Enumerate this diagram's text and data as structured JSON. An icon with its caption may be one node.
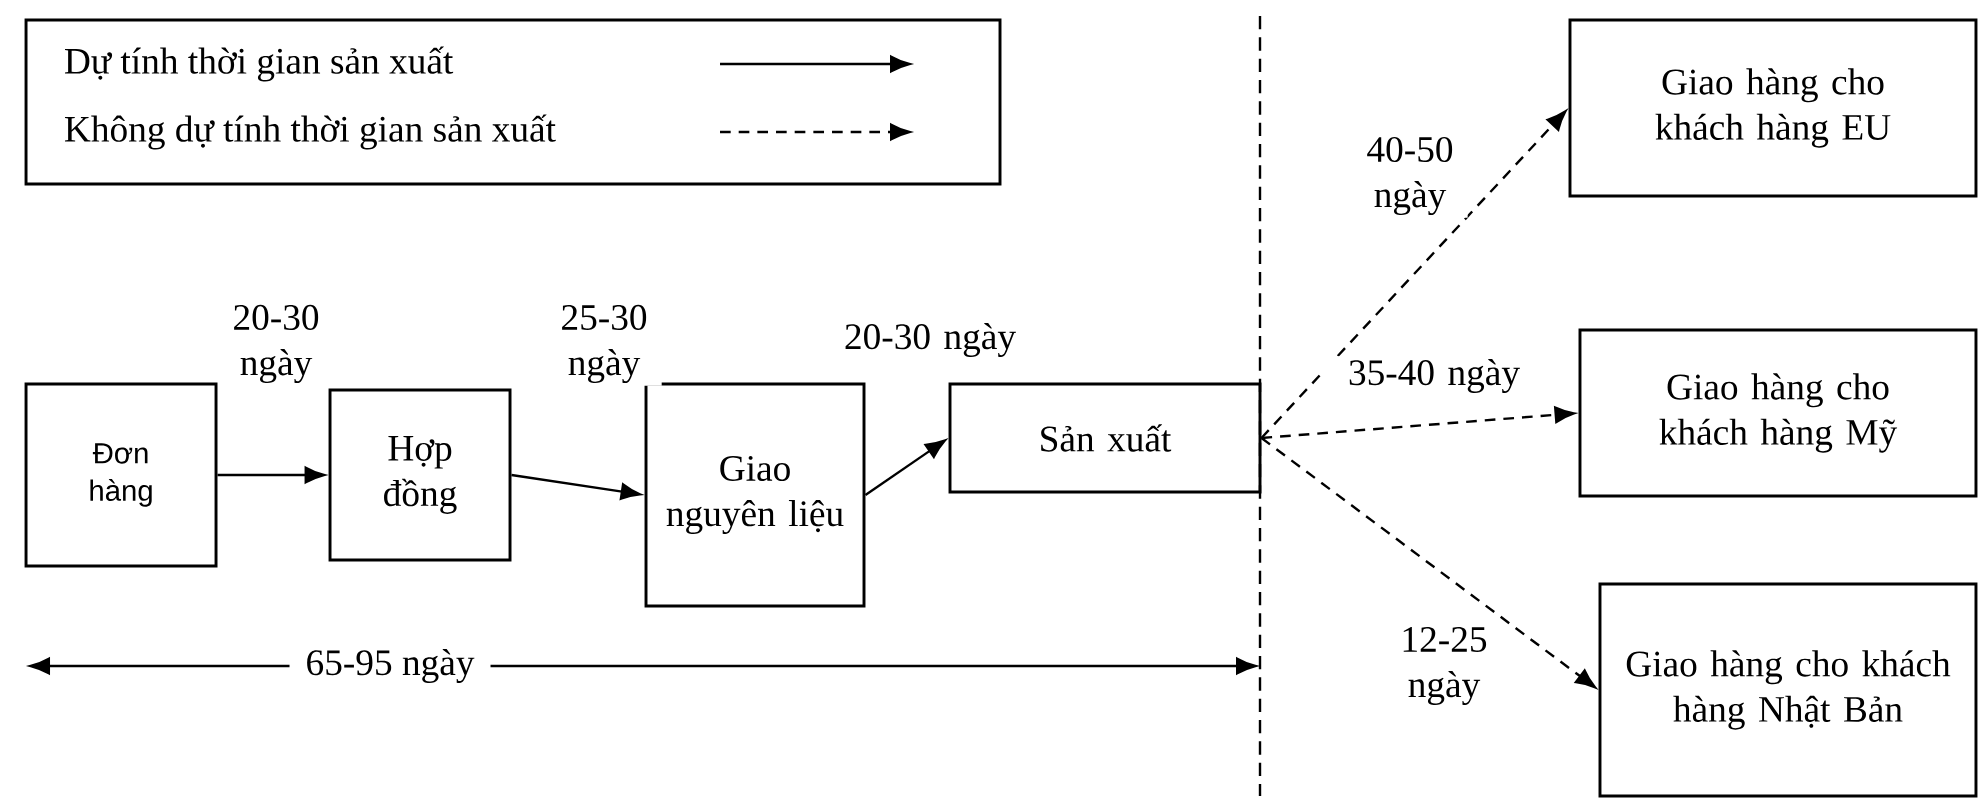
{
  "diagram": {
    "nodes": [
      {
        "text": [
          "Đơn hàng"
        ]
      },
      {
        "text": [
          "Hợp đồng"
        ]
      },
      {
        "text": [
          "Giao nguyên liệu"
        ]
      },
      {
        "text": [
          "Sản xuất"
        ]
      },
      {
        "text": [
          "Giao hàng cho khách hàng EU"
        ]
      },
      {
        "text": [
          "Giao hàng cho khách hàng Mỹ"
        ]
      },
      {
        "text": [
          "Giao hàng cho khách hàng Nhật Bản"
        ]
      }
    ],
    "edges": [
      {
        "from": 0,
        "to": 1,
        "arrow": "to",
        "label": "20-30 ngày"
      },
      {
        "from": 1,
        "to": 2,
        "arrow": "to",
        "label": "25-30 ngày"
      },
      {
        "from": 2,
        "to": 3,
        "arrow": "to",
        "label": "20-30 ngày"
      },
      {
        "from": 3,
        "to": 4,
        "arrow": "to",
        "label": "40-50 ngày",
        "style": "dashed"
      },
      {
        "from": 3,
        "to": 5,
        "arrow": "to",
        "label": "35-40 ngày",
        "style": "dashed"
      },
      {
        "from": 3,
        "to": 6,
        "arrow": "to",
        "label": "12-25 ngày",
        "style": "dashed"
      }
    ],
    "labels": [
      "65-95 ngày"
    ],
    "legend": [
      {
        "text": "Dự tính thời gian sản xuất"
      },
      {
        "text": "Không dự tính thời gian sản xuất"
      }
    ]
  }
}
